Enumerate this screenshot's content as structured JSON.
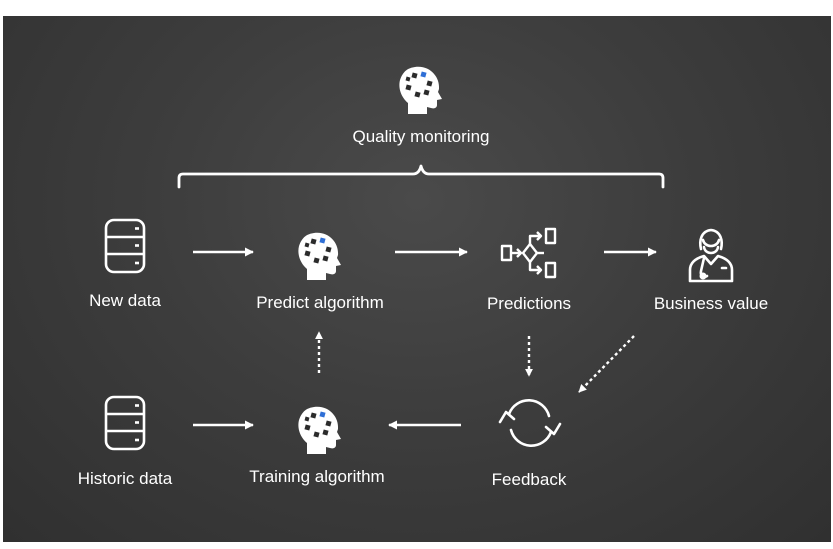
{
  "quality_monitoring": {
    "label": "Quality monitoring",
    "icon": "ai-head-icon"
  },
  "nodes": {
    "new_data": {
      "label": "New data",
      "icon": "database-icon"
    },
    "predict_algorithm": {
      "label": "Predict algorithm",
      "icon": "ai-head-icon"
    },
    "predictions": {
      "label": "Predictions",
      "icon": "flowchart-icon"
    },
    "business_value": {
      "label": "Business value",
      "icon": "doctor-icon"
    },
    "historic_data": {
      "label": "Historic data",
      "icon": "database-icon"
    },
    "training_algorithm": {
      "label": "Training algorithm",
      "icon": "ai-head-icon"
    },
    "feedback": {
      "label": "Feedback",
      "icon": "refresh-cycle-icon"
    }
  },
  "colors": {
    "background": "#3d3d3d",
    "foreground": "#ffffff",
    "accent": "#2f6fd6"
  }
}
